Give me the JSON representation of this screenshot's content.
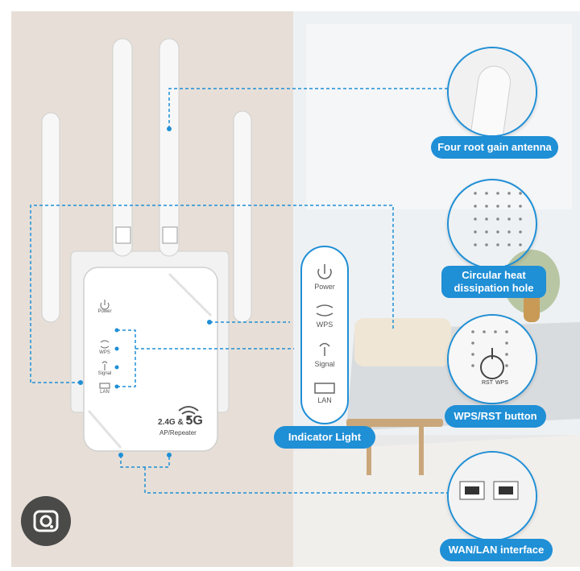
{
  "callouts": {
    "antenna": "Four root gain antenna",
    "heat_line1": "Circular heat",
    "heat_line2": "dissipation hole",
    "wps_rst": "WPS/RST button",
    "indicator": "Indicator Light",
    "wan_lan": "WAN/LAN interface"
  },
  "indicator_panel": {
    "power": "Power",
    "wps": "WPS",
    "signal": "Signal",
    "lan": "LAN"
  },
  "device_leds": {
    "power": "Power",
    "wps": "WPS",
    "signal": "Signal",
    "lan": "LAN"
  },
  "device_brand": {
    "band_prefix": "2.4G & ",
    "band_5g": "5G",
    "model": "AP/Repeater"
  },
  "wps_button_text": {
    "wps": "WPS",
    "rst": "RST"
  },
  "colors": {
    "accent": "#1f8fd6",
    "wall_left": "#e6ded6",
    "room": "#eef1f3"
  },
  "icons": [
    "power-icon",
    "wps-icon",
    "signal-icon",
    "lan-icon",
    "wifi-icon",
    "lens-icon"
  ]
}
